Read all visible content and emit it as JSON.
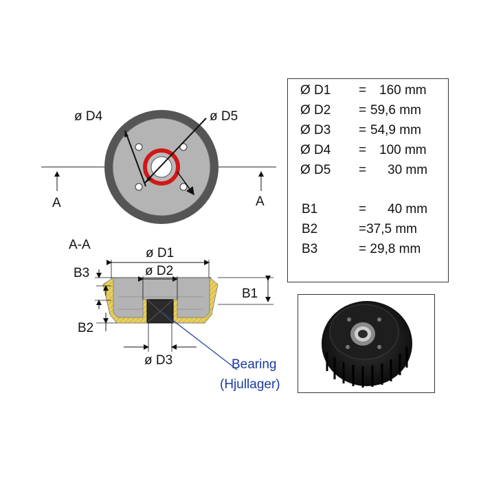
{
  "front_view": {
    "label_d4": "ø D4",
    "label_d5": "ø D5",
    "section_left": "A",
    "section_right": "A"
  },
  "section_view": {
    "title": "A-A",
    "label_d1": "ø D1",
    "label_d2": "ø D2",
    "label_d3": "ø D3",
    "label_b1": "B1",
    "label_b2": "B2",
    "label_b3": "B3",
    "bearing_label_line1": "Bearing",
    "bearing_label_line2": "(Hjullager)"
  },
  "specs": {
    "rows": [
      {
        "name": "Ø D1",
        "eq": "=",
        "value": "160 mm"
      },
      {
        "name": "Ø D2",
        "eq": "=",
        "value": "59,6 mm"
      },
      {
        "name": "Ø D3",
        "eq": "=",
        "value": "54,9 mm"
      },
      {
        "name": "Ø D4",
        "eq": "=",
        "value": "100 mm"
      },
      {
        "name": "Ø D5",
        "eq": "=",
        "value": "30 mm"
      },
      {
        "name": "B1",
        "eq": "=",
        "value": "40 mm"
      },
      {
        "name": "B2",
        "eq": "=",
        "value": "=37,5 mm"
      },
      {
        "name": "B3",
        "eq": "=",
        "value": "= 29,8 mm"
      }
    ]
  },
  "colors": {
    "drum_outer": "#555555",
    "drum_face": "#b4b4b4",
    "bearing_ring": "#d01818",
    "section_fill": "#e8d060",
    "bearing_block": "#2a2a2a",
    "bearing_line": "#1a3aa0",
    "bearing_text": "#1a3aa0"
  }
}
